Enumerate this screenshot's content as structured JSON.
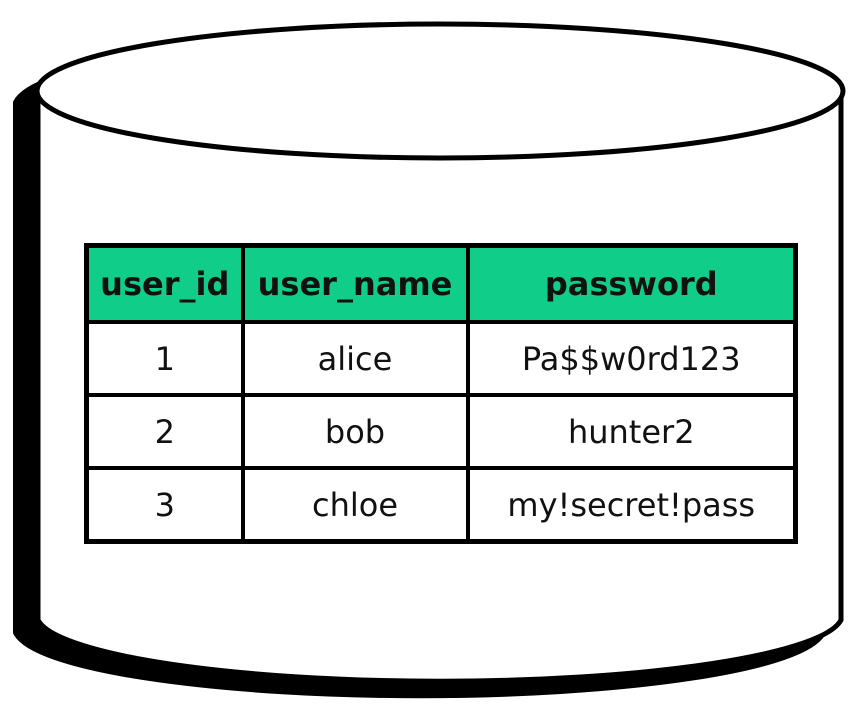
{
  "diagram": {
    "kind": "database-cylinder",
    "colors": {
      "header_bg": "#10CE8A",
      "outline": "#000000",
      "body_fill": "#ffffff",
      "shadow": "#000000"
    },
    "table": {
      "columns": [
        "user_id",
        "user_name",
        "password"
      ],
      "rows": [
        [
          "1",
          "alice",
          "Pa$$w0rd123"
        ],
        [
          "2",
          "bob",
          "hunter2"
        ],
        [
          "3",
          "chloe",
          "my!secret!pass"
        ]
      ]
    }
  }
}
